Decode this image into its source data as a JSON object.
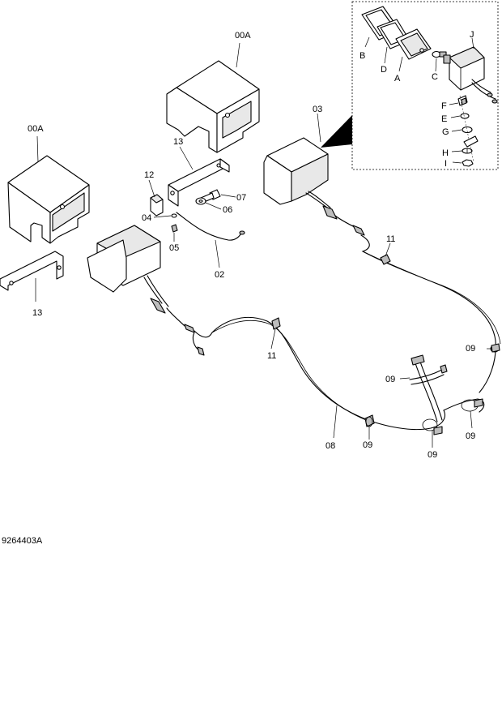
{
  "drawing_number": "9264403A",
  "callouts": {
    "c00a_left": "00A",
    "c00a_top": "00A",
    "c13_left": "13",
    "c13_top": "13",
    "c12": "12",
    "c04": "04",
    "c05": "05",
    "c06": "06",
    "c07": "07",
    "c02": "02",
    "c03": "03",
    "c11_right": "11",
    "c11_mid": "11",
    "c08": "08",
    "c09_a": "09",
    "c09_b": "09",
    "c09_c": "09",
    "c09_d": "09",
    "c09_e": "09"
  },
  "detail_callouts": {
    "A": "A",
    "B": "B",
    "C": "C",
    "D": "D",
    "E": "E",
    "F": "F",
    "G": "G",
    "H": "H",
    "I": "I",
    "J": "J"
  }
}
